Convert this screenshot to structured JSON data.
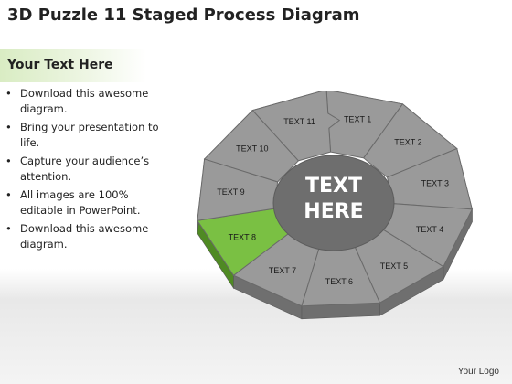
{
  "title": "3D Puzzle 11 Staged Process Diagram",
  "sidebar": {
    "heading": "Your Text Here",
    "bullets": [
      "Download this awesome diagram.",
      "Bring your presentation to life.",
      "Capture your audience’s attention.",
      "All images are 100% editable in PowerPoint.",
      "Download this awesome diagram."
    ]
  },
  "diagram": {
    "center_lines": [
      "TEXT",
      "HERE"
    ],
    "stages": [
      "TEXT 1",
      "TEXT 2",
      "TEXT 3",
      "TEXT 4",
      "TEXT 5",
      "TEXT 6",
      "TEXT 7",
      "TEXT 8",
      "TEXT 9",
      "TEXT 10",
      "TEXT 11"
    ],
    "highlighted_stage": "TEXT 8",
    "colors": {
      "piece": "#9a9a9a",
      "piece_side": "#6f6f6f",
      "center": "#6e6e6e",
      "highlight": "#7ac043",
      "highlight_side": "#4f8a23"
    }
  },
  "footer": {
    "logo": "Your Logo"
  }
}
